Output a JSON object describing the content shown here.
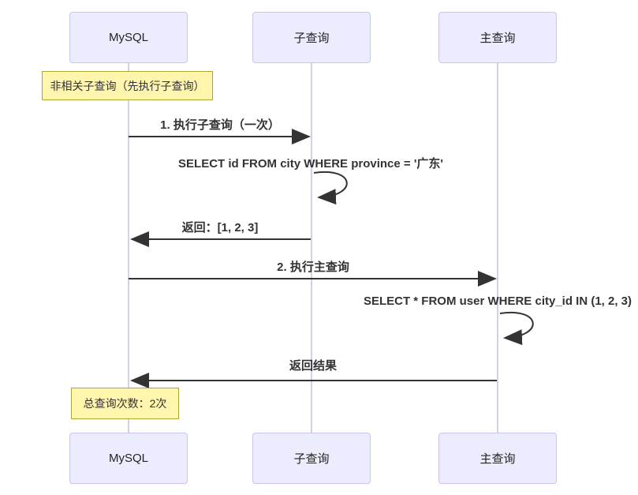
{
  "diagram": {
    "type": "sequence-diagram",
    "actors": [
      {
        "id": "mysql",
        "label": "MySQL"
      },
      {
        "id": "subquery",
        "label": "子查询"
      },
      {
        "id": "mainquery",
        "label": "主查询"
      }
    ],
    "notes": [
      {
        "id": "note-top",
        "text": "非相关子查询（先执行子查询）",
        "over": "MySQL"
      },
      {
        "id": "note-bottom",
        "text": "总查询次数：2次",
        "over": "MySQL"
      }
    ],
    "messages": [
      {
        "from": "MySQL",
        "to": "子查询",
        "text": "1. 执行子查询（一次）",
        "kind": "solid-arrow"
      },
      {
        "from": "子查询",
        "to": "子查询",
        "text": "SELECT id FROM city WHERE province = '广东'",
        "kind": "self-loop"
      },
      {
        "from": "子查询",
        "to": "MySQL",
        "text": "返回：[1, 2, 3]",
        "kind": "solid-arrow"
      },
      {
        "from": "MySQL",
        "to": "主查询",
        "text": "2. 执行主查询",
        "kind": "solid-arrow"
      },
      {
        "from": "主查询",
        "to": "主查询",
        "text": "SELECT * FROM user WHERE city_id IN (1, 2, 3)",
        "kind": "self-loop"
      },
      {
        "from": "主查询",
        "to": "MySQL",
        "text": "返回结果",
        "kind": "solid-arrow"
      }
    ],
    "colors": {
      "actor_fill": "#ECECFF",
      "actor_border": "#C9C5F0",
      "lifeline": "#D7CFE9",
      "note_fill": "#FFF5AD",
      "note_border": "#AAAA33",
      "arrow": "#333333",
      "text": "#333333"
    }
  }
}
